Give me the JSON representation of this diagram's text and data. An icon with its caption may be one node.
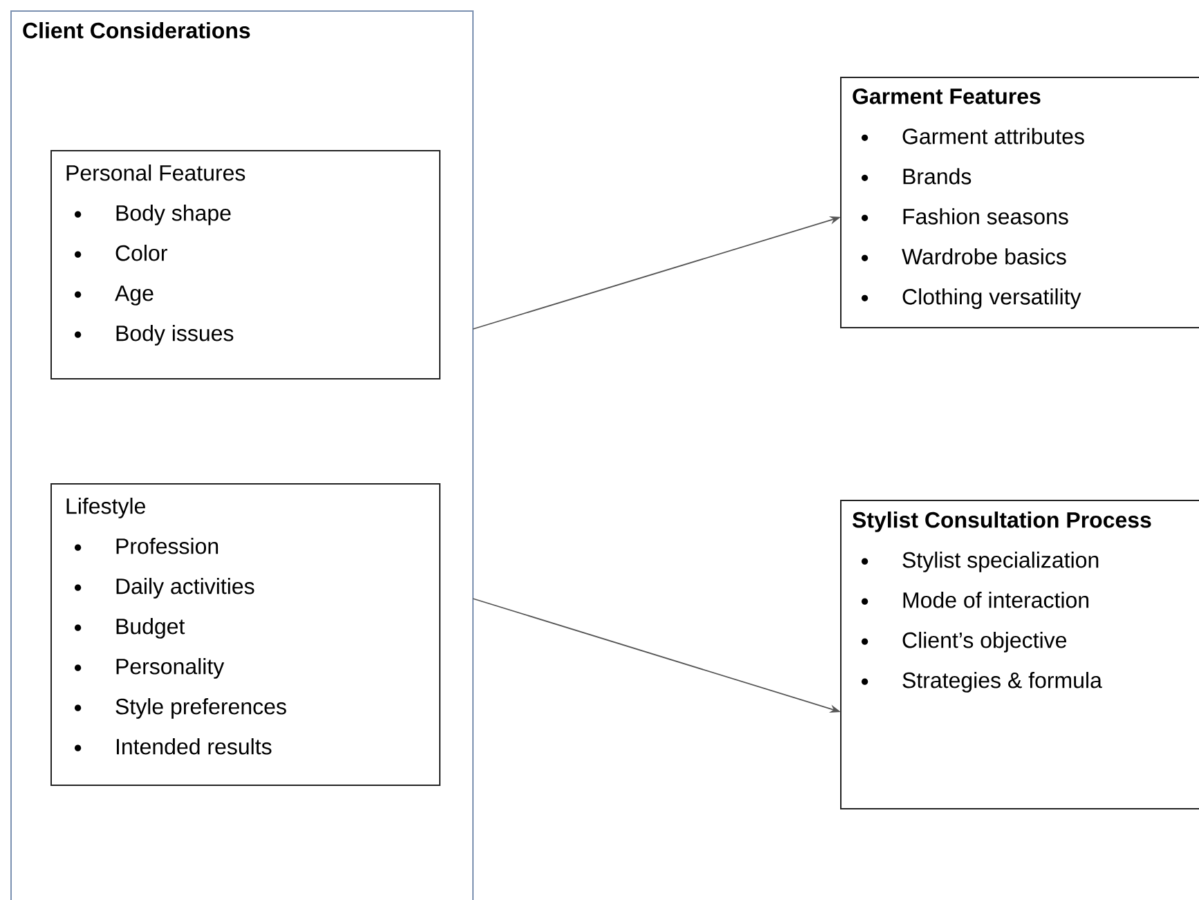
{
  "diagram": {
    "nodes": [
      {
        "text": [
          "Client Considerations"
        ]
      },
      {
        "text": [
          "Personal Features",
          "Body shape",
          "Color",
          "Age",
          "Body issues"
        ],
        "in": 0
      },
      {
        "text": [
          "Lifestyle",
          "Profession",
          "Daily activities",
          "Budget",
          "Personality",
          "Style preferences",
          "Intended results"
        ],
        "in": 0
      },
      {
        "text": [
          "Garment Features",
          "Garment attributes",
          "Brands",
          "Fashion seasons",
          "Wardrobe basics",
          "Clothing versatility"
        ]
      },
      {
        "text": [
          "Stylist Consultation Process",
          "Stylist specialization",
          "Mode of interaction",
          "Client’s objective",
          "Strategies & formula"
        ]
      }
    ],
    "edges": [
      {
        "from": 0,
        "to": 3,
        "arrow": "to"
      },
      {
        "from": 0,
        "to": 4,
        "arrow": "to"
      }
    ]
  }
}
